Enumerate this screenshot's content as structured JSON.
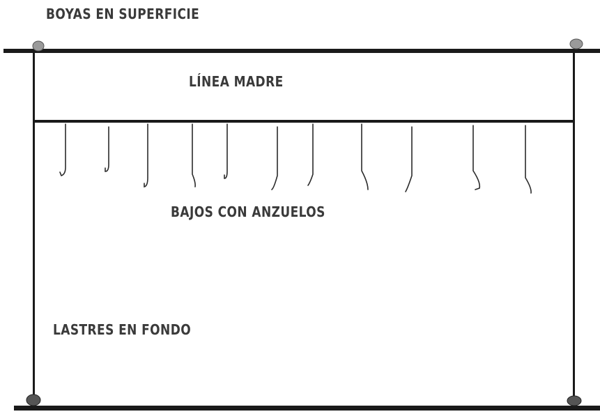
{
  "labels": {
    "surface_buoys": "BOYAS EN SUPERFICIE",
    "main_line": "LÍNEA MADRE",
    "branch_lines": "BAJOS CON ANZUELOS",
    "bottom_weights": "LASTRES EN FONDO"
  },
  "colors": {
    "line": "#1a1a1a",
    "buoy": "#9a9a9a",
    "weight": "#555555",
    "text": "#3a3a3a"
  },
  "hooks": {
    "count": 11
  }
}
